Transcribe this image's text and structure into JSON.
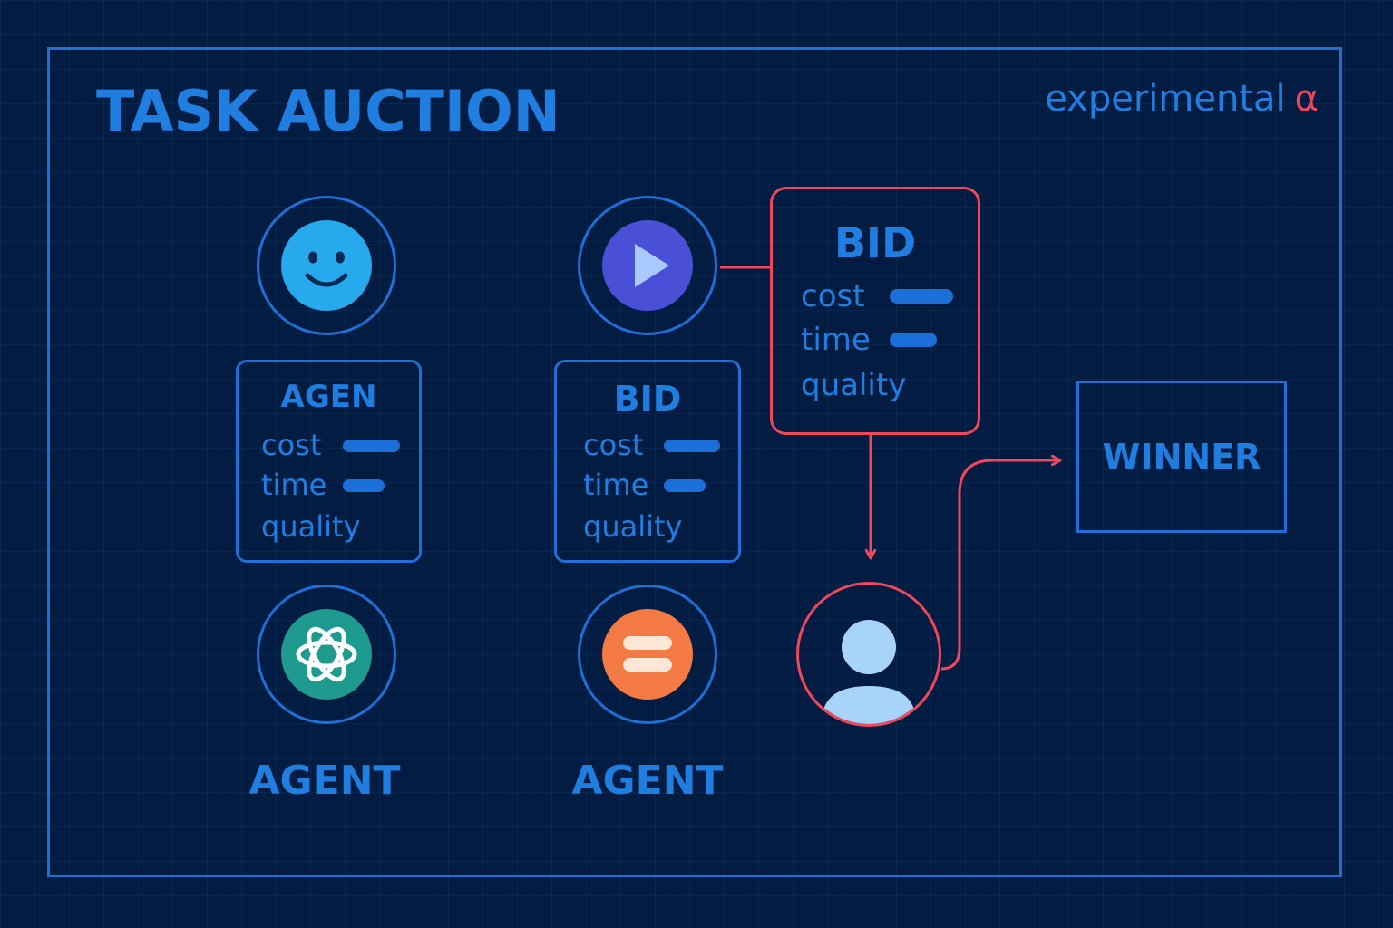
{
  "header": {
    "title": "TASK AUCTION",
    "tag": "experimental",
    "tag_symbol": "α"
  },
  "cards": {
    "agent_card": {
      "title": "AGEN",
      "rows": [
        "cost",
        "time",
        "quality"
      ]
    },
    "bid_card": {
      "title": "BID",
      "rows": [
        "cost",
        "time",
        "quality"
      ]
    },
    "bid_highlight": {
      "title": "BID",
      "rows": [
        "cost",
        "time",
        "quality"
      ]
    }
  },
  "agents": {
    "left_label": "AGENT",
    "right_label": "AGENT"
  },
  "winner": {
    "label": "WINNER"
  },
  "icons": [
    "smiley-face-icon",
    "play-icon",
    "openai-knot-icon",
    "equals-icon",
    "user-avatar-icon"
  ],
  "colors": {
    "background": "#031c42",
    "accent_blue": "#1f7ee0",
    "highlight_red": "#f0475c"
  }
}
